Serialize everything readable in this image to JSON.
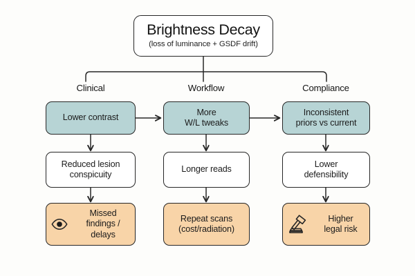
{
  "diagram": {
    "title": {
      "main": "Brightness Decay",
      "subtitle": "(loss of luminance + GSDF drift)"
    },
    "columns": [
      {
        "label": "Clinical"
      },
      {
        "label": "Workflow"
      },
      {
        "label": "Compliance"
      }
    ],
    "rows": {
      "cause": [
        {
          "text": "Lower contrast",
          "fill": "#b7d4d5"
        },
        {
          "text": "More\nW/L tweaks",
          "fill": "#b7d4d5"
        },
        {
          "text": "Inconsistent\npriors vs current",
          "fill": "#b7d4d5"
        }
      ],
      "effect": [
        {
          "text": "Reduced lesion\nconspicuity",
          "fill": "#ffffff"
        },
        {
          "text": "Longer reads",
          "fill": "#ffffff"
        },
        {
          "text": "Lower\ndefensibility",
          "fill": "#ffffff"
        }
      ],
      "outcome": [
        {
          "text": "Missed\nfindings /\ndelays",
          "fill": "#f8d4a8",
          "icon": "eye-icon"
        },
        {
          "text": "Repeat scans\n(cost/radiation)",
          "fill": "#f8d4a8",
          "icon": ""
        },
        {
          "text": "Higher\nlegal risk",
          "fill": "#f8d4a8",
          "icon": "gavel-icon"
        }
      ]
    },
    "colors": {
      "background": "#fdfdfb",
      "stroke": "#262626",
      "teal_fill": "#b7d4d5",
      "white_fill": "#ffffff",
      "orange_fill": "#f8d4a8",
      "text": "#141414"
    },
    "connectors": {
      "lateral": [
        "cause-1-to-cause-2",
        "cause-2-to-cause-3"
      ],
      "vertical": [
        "cause-to-effect",
        "effect-to-outcome"
      ],
      "bracket": "title-to-three-columns"
    }
  }
}
